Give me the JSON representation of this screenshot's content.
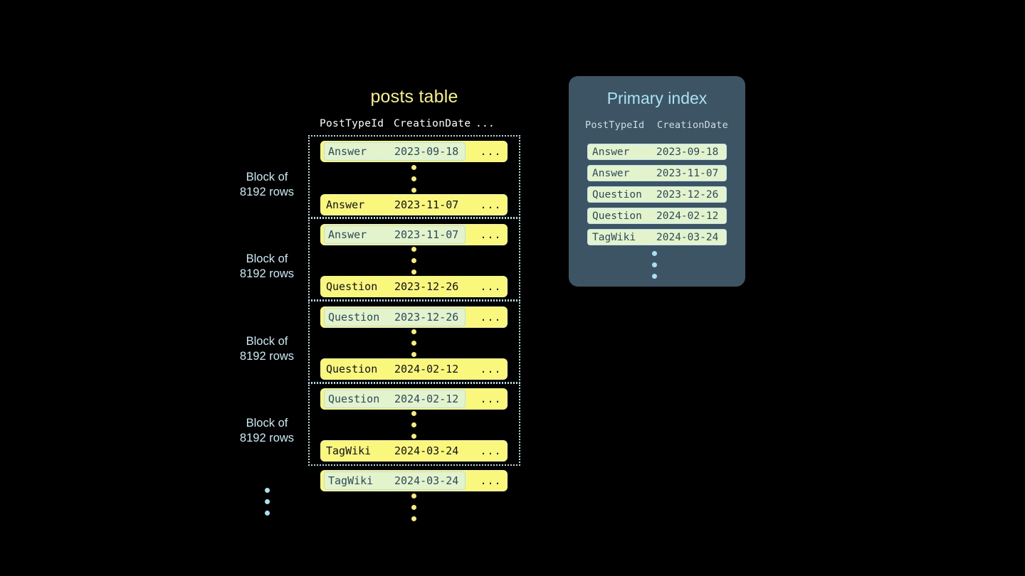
{
  "posts_table": {
    "title": "posts table",
    "columns": [
      "PostTypeId",
      "CreationDate",
      "..."
    ],
    "blocks": [
      {
        "label_line1": "Block of",
        "label_line2": "8192 rows",
        "first_row": {
          "post_type_id": "Answer",
          "creation_date": "2023-09-18",
          "more": "...",
          "marked": true
        },
        "last_row": {
          "post_type_id": "Answer",
          "creation_date": "2023-11-07",
          "more": "...",
          "marked": false
        }
      },
      {
        "label_line1": "Block of",
        "label_line2": "8192 rows",
        "first_row": {
          "post_type_id": "Answer",
          "creation_date": "2023-11-07",
          "more": "...",
          "marked": true
        },
        "last_row": {
          "post_type_id": "Question",
          "creation_date": "2023-12-26",
          "more": "...",
          "marked": false
        }
      },
      {
        "label_line1": "Block of",
        "label_line2": "8192 rows",
        "first_row": {
          "post_type_id": "Question",
          "creation_date": "2023-12-26",
          "more": "...",
          "marked": true
        },
        "last_row": {
          "post_type_id": "Question",
          "creation_date": "2024-02-12",
          "more": "...",
          "marked": false
        }
      },
      {
        "label_line1": "Block of",
        "label_line2": "8192 rows",
        "first_row": {
          "post_type_id": "Question",
          "creation_date": "2024-02-12",
          "more": "...",
          "marked": true
        },
        "last_row": {
          "post_type_id": "TagWiki",
          "creation_date": "2024-03-24",
          "more": "...",
          "marked": false
        }
      }
    ],
    "trailing_row": {
      "post_type_id": "TagWiki",
      "creation_date": "2024-03-24",
      "more": "...",
      "marked": true
    }
  },
  "primary_index": {
    "title": "Primary index",
    "columns": [
      "PostTypeId",
      "CreationDate"
    ],
    "marks": [
      {
        "post_type_id": "Answer",
        "creation_date": "2023-09-18"
      },
      {
        "post_type_id": "Answer",
        "creation_date": "2023-11-07"
      },
      {
        "post_type_id": "Question",
        "creation_date": "2023-12-26"
      },
      {
        "post_type_id": "Question",
        "creation_date": "2024-02-12"
      },
      {
        "post_type_id": "TagWiki",
        "creation_date": "2024-03-24"
      }
    ]
  },
  "colors": {
    "background": "#000000",
    "row_yellow": "#faf77d",
    "mark_mint": "#e3f4cd",
    "panel_slate": "#3c5463",
    "accent_cyan": "#a9e2f2",
    "title_yellow": "#f7f37a",
    "dot_yellow": "#f5ee72"
  }
}
